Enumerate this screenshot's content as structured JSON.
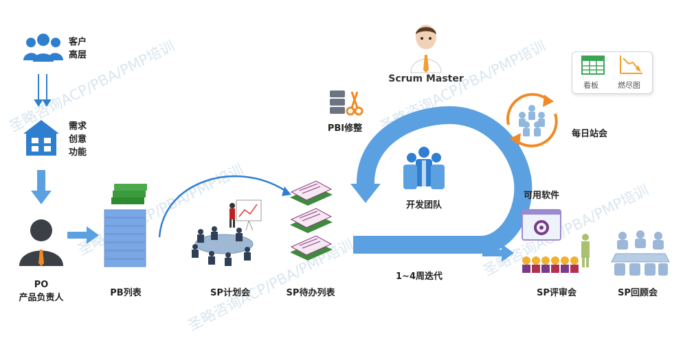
{
  "labels": {
    "customers": [
      "客户",
      "高层"
    ],
    "needs": [
      "需求",
      "创意",
      "功能"
    ],
    "po": [
      "PO",
      "产品负责人"
    ],
    "pb_list": "PB列表",
    "sp_planning": "SP计划会",
    "sp_backlog": "SP待办列表",
    "pbi_refine": "PBI修整",
    "scrum_master": "Scrum Master",
    "dev_team": "开发团队",
    "iteration": "1~4周迭代",
    "daily_standup": "每日站会",
    "usable_software": "可用软件",
    "sp_review": "SP评审会",
    "sp_retro": "SP回顾会",
    "kanban": "看板",
    "burndown": "燃尽图"
  },
  "watermark": "圣略咨询ACP/PBA/PMP培训",
  "icons": [
    "people-icon",
    "building-icon",
    "person-tie-icon",
    "server-stack-icon",
    "meeting-icon",
    "document-stack-icon",
    "tools-icon",
    "scrum-master-avatar",
    "team-icon",
    "cycle-icon",
    "gear-screen-icon",
    "audience-icon",
    "table-icon",
    "chart-down-icon"
  ],
  "colors": {
    "blue": "#2f7fd0",
    "light_blue": "#5ba0e0",
    "orange": "#f08a24",
    "green": "#3aa655",
    "purple": "#7a3a8a"
  }
}
